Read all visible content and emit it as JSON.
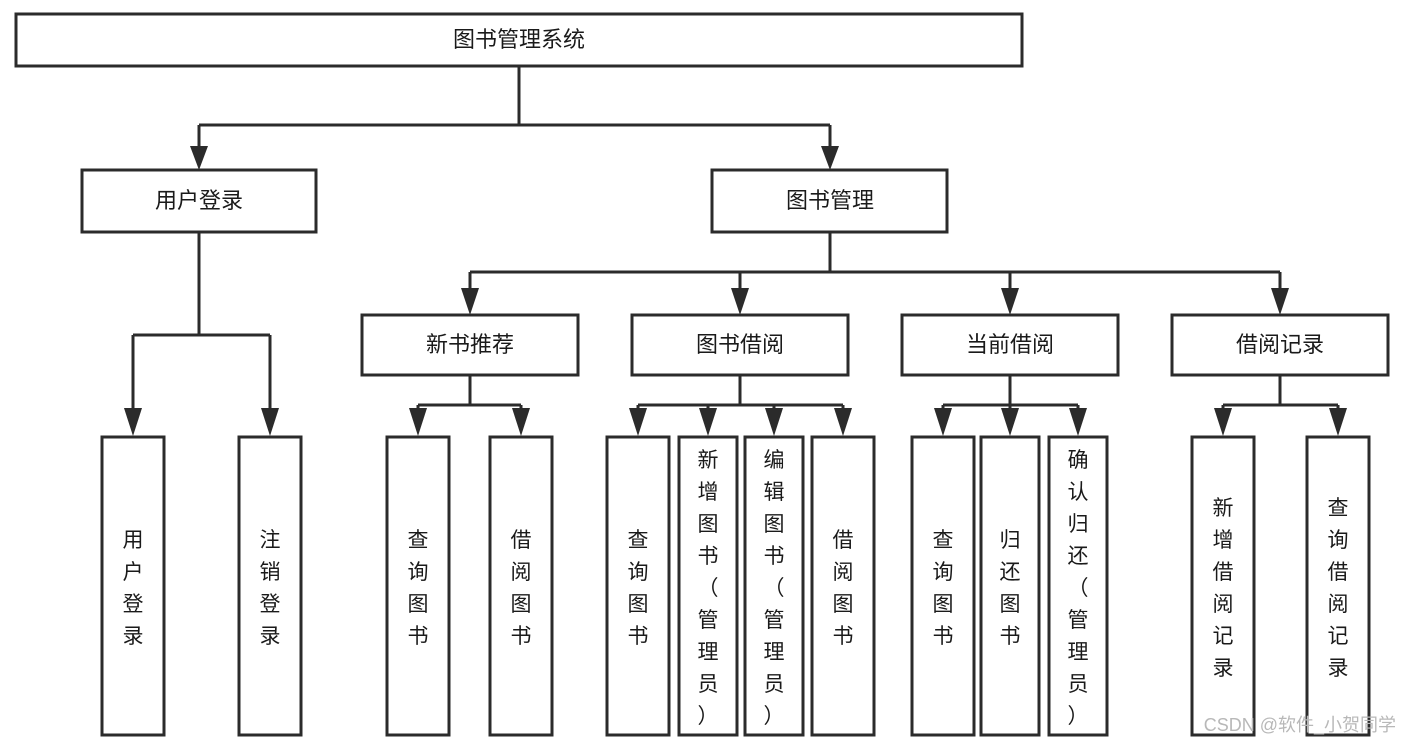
{
  "diagram": {
    "title": "图书管理系统",
    "type": "hierarchy-tree",
    "root": {
      "id": "root",
      "label": "图书管理系统",
      "orientation": "horizontal"
    },
    "level1": [
      {
        "id": "user-login",
        "label": "用户登录",
        "orientation": "horizontal"
      },
      {
        "id": "book-manage",
        "label": "图书管理",
        "orientation": "horizontal"
      }
    ],
    "level2": [
      {
        "id": "new-book-recommend",
        "label": "新书推荐",
        "orientation": "horizontal",
        "parent": "book-manage"
      },
      {
        "id": "book-borrow",
        "label": "图书借阅",
        "orientation": "horizontal",
        "parent": "book-manage"
      },
      {
        "id": "current-borrow",
        "label": "当前借阅",
        "orientation": "horizontal",
        "parent": "book-manage"
      },
      {
        "id": "borrow-record",
        "label": "借阅记录",
        "orientation": "horizontal",
        "parent": "book-manage"
      }
    ],
    "leaves": [
      {
        "id": "leaf-user-login",
        "label": "用户登录",
        "orientation": "vertical",
        "parent": "user-login"
      },
      {
        "id": "leaf-user-logout",
        "label": "注销登录",
        "orientation": "vertical",
        "parent": "user-login"
      },
      {
        "id": "leaf-query-book-1",
        "label": "查询图书",
        "orientation": "vertical",
        "parent": "new-book-recommend"
      },
      {
        "id": "leaf-borrow-book-1",
        "label": "借阅图书",
        "orientation": "vertical",
        "parent": "new-book-recommend"
      },
      {
        "id": "leaf-query-book-2",
        "label": "查询图书",
        "orientation": "vertical",
        "parent": "book-borrow"
      },
      {
        "id": "leaf-add-book",
        "label": "新增图书（管理员）",
        "orientation": "vertical",
        "parent": "book-borrow"
      },
      {
        "id": "leaf-edit-book",
        "label": "编辑图书（管理员）",
        "orientation": "vertical",
        "parent": "book-borrow"
      },
      {
        "id": "leaf-borrow-book-2",
        "label": "借阅图书",
        "orientation": "vertical",
        "parent": "book-borrow"
      },
      {
        "id": "leaf-query-book-3",
        "label": "查询图书",
        "orientation": "vertical",
        "parent": "current-borrow"
      },
      {
        "id": "leaf-return-book",
        "label": "归还图书",
        "orientation": "vertical",
        "parent": "current-borrow"
      },
      {
        "id": "leaf-confirm-return",
        "label": "确认归还（管理员）",
        "orientation": "vertical",
        "parent": "current-borrow"
      },
      {
        "id": "leaf-add-record",
        "label": "新增借阅记录",
        "orientation": "vertical",
        "parent": "borrow-record"
      },
      {
        "id": "leaf-query-record",
        "label": "查询借阅记录",
        "orientation": "vertical",
        "parent": "borrow-record"
      }
    ],
    "colors": {
      "stroke": "#2b2b2b",
      "fill": "#ffffff",
      "text": "#1a1a1a",
      "background": "#ffffff",
      "watermark": "#b8b8b8"
    }
  },
  "watermark": {
    "text": "CSDN @软件_小贺同学"
  }
}
